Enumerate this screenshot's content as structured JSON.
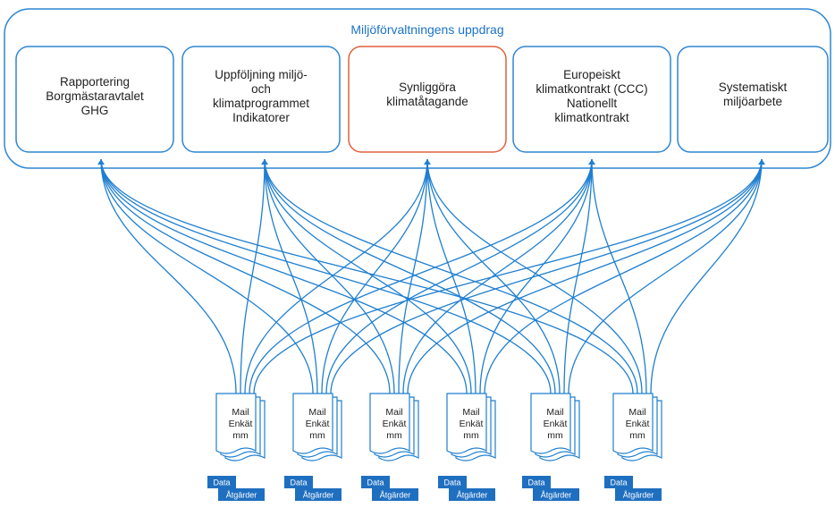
{
  "title": "Miljöförvaltningens uppdrag",
  "colors": {
    "accent": "#1a73c8",
    "box_border": "#2e86d1",
    "highlight_border": "#e0603d",
    "text": "#222222",
    "line": "#1f7fd0",
    "badge_bg": "#1f6fc0",
    "badge_text": "#ffffff"
  },
  "boxes": [
    {
      "lines": [
        "Rapportering",
        "Borgmästaravtalet",
        "GHG"
      ],
      "highlight": false
    },
    {
      "lines": [
        "Uppföljning miljö-",
        "och",
        "klimatprogrammet",
        "Indikatorer"
      ],
      "highlight": false
    },
    {
      "lines": [
        "Synliggöra",
        "klimatåtagande"
      ],
      "highlight": true
    },
    {
      "lines": [
        "Europeiskt",
        "klimatkontrakt (CCC)",
        "Nationellt",
        "klimatkontrakt"
      ],
      "highlight": false
    },
    {
      "lines": [
        "Systematiskt",
        "miljöarbete"
      ],
      "highlight": false
    }
  ],
  "sources": [
    {
      "lines": [
        "Mail",
        "Enkät",
        "mm"
      ],
      "badge_data": "Data",
      "badge_actions": "Åtgärder"
    },
    {
      "lines": [
        "Mail",
        "Enkät",
        "mm"
      ],
      "badge_data": "Data",
      "badge_actions": "Åtgärder"
    },
    {
      "lines": [
        "Mail",
        "Enkät",
        "mm"
      ],
      "badge_data": "Data",
      "badge_actions": "Åtgärder"
    },
    {
      "lines": [
        "Mail",
        "Enkät",
        "mm"
      ],
      "badge_data": "Data",
      "badge_actions": "Åtgärder"
    },
    {
      "lines": [
        "Mail",
        "Enkät",
        "mm"
      ],
      "badge_data": "Data",
      "badge_actions": "Åtgärder"
    },
    {
      "lines": [
        "Mail",
        "Enkät",
        "mm"
      ],
      "badge_data": "Data",
      "badge_actions": "Åtgärder"
    }
  ]
}
